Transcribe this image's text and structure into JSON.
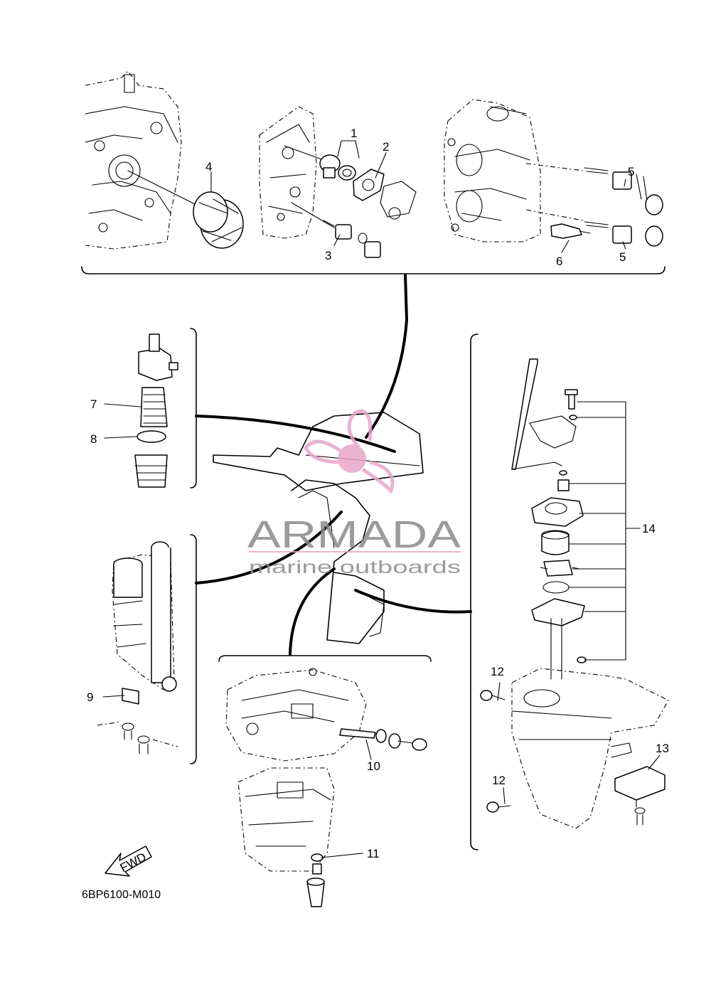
{
  "callouts": [
    "1",
    "2",
    "3",
    "4",
    "5",
    "5",
    "6",
    "7",
    "8",
    "9",
    "10",
    "11",
    "12",
    "12",
    "13",
    "14"
  ],
  "drawing_code": "6BP6100-M010",
  "fwd_label": "FWD",
  "watermark": {
    "brand": "ARMADA",
    "tagline": "marine outboards",
    "brand_color": "#8a8a8a",
    "accent_color": "#e7a6c8"
  }
}
